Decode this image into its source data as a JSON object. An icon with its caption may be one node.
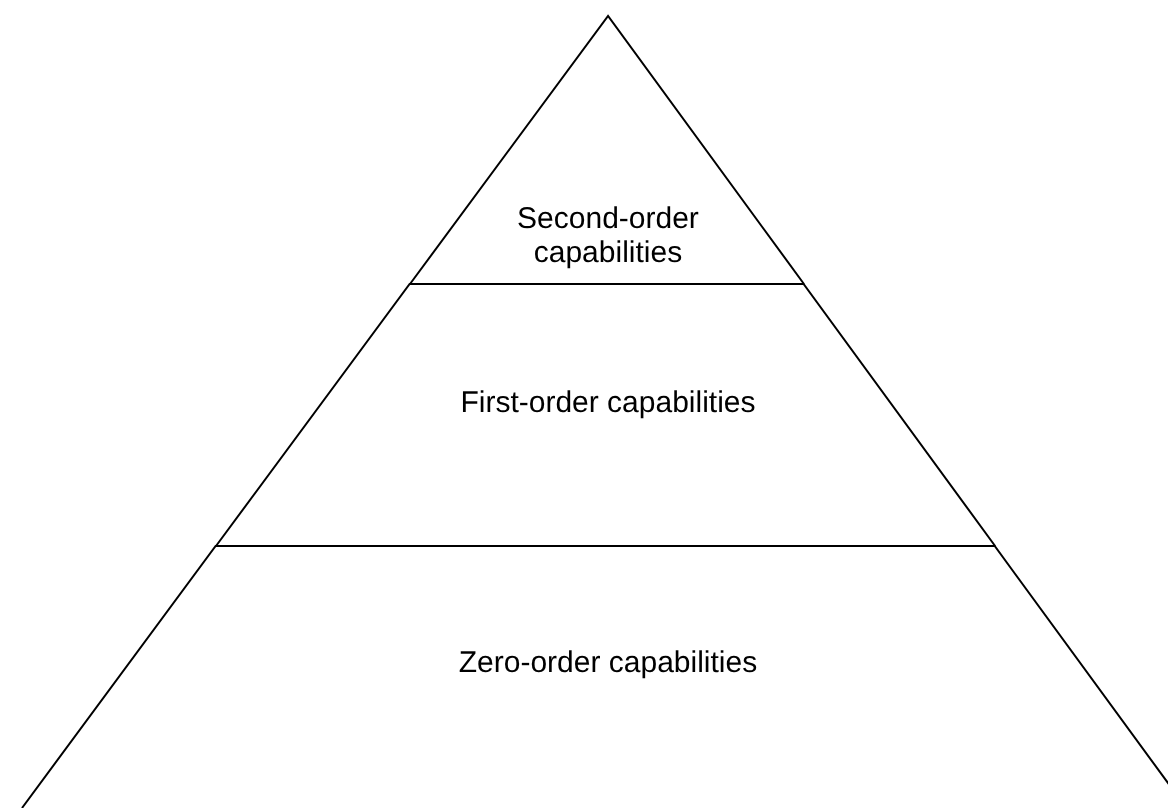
{
  "diagram": {
    "nodes": [
      {
        "text": [
          "Second-order capabilities"
        ]
      },
      {
        "text": [
          "First-order capabilities"
        ]
      },
      {
        "text": [
          "Zero-order capabilities"
        ]
      }
    ]
  }
}
